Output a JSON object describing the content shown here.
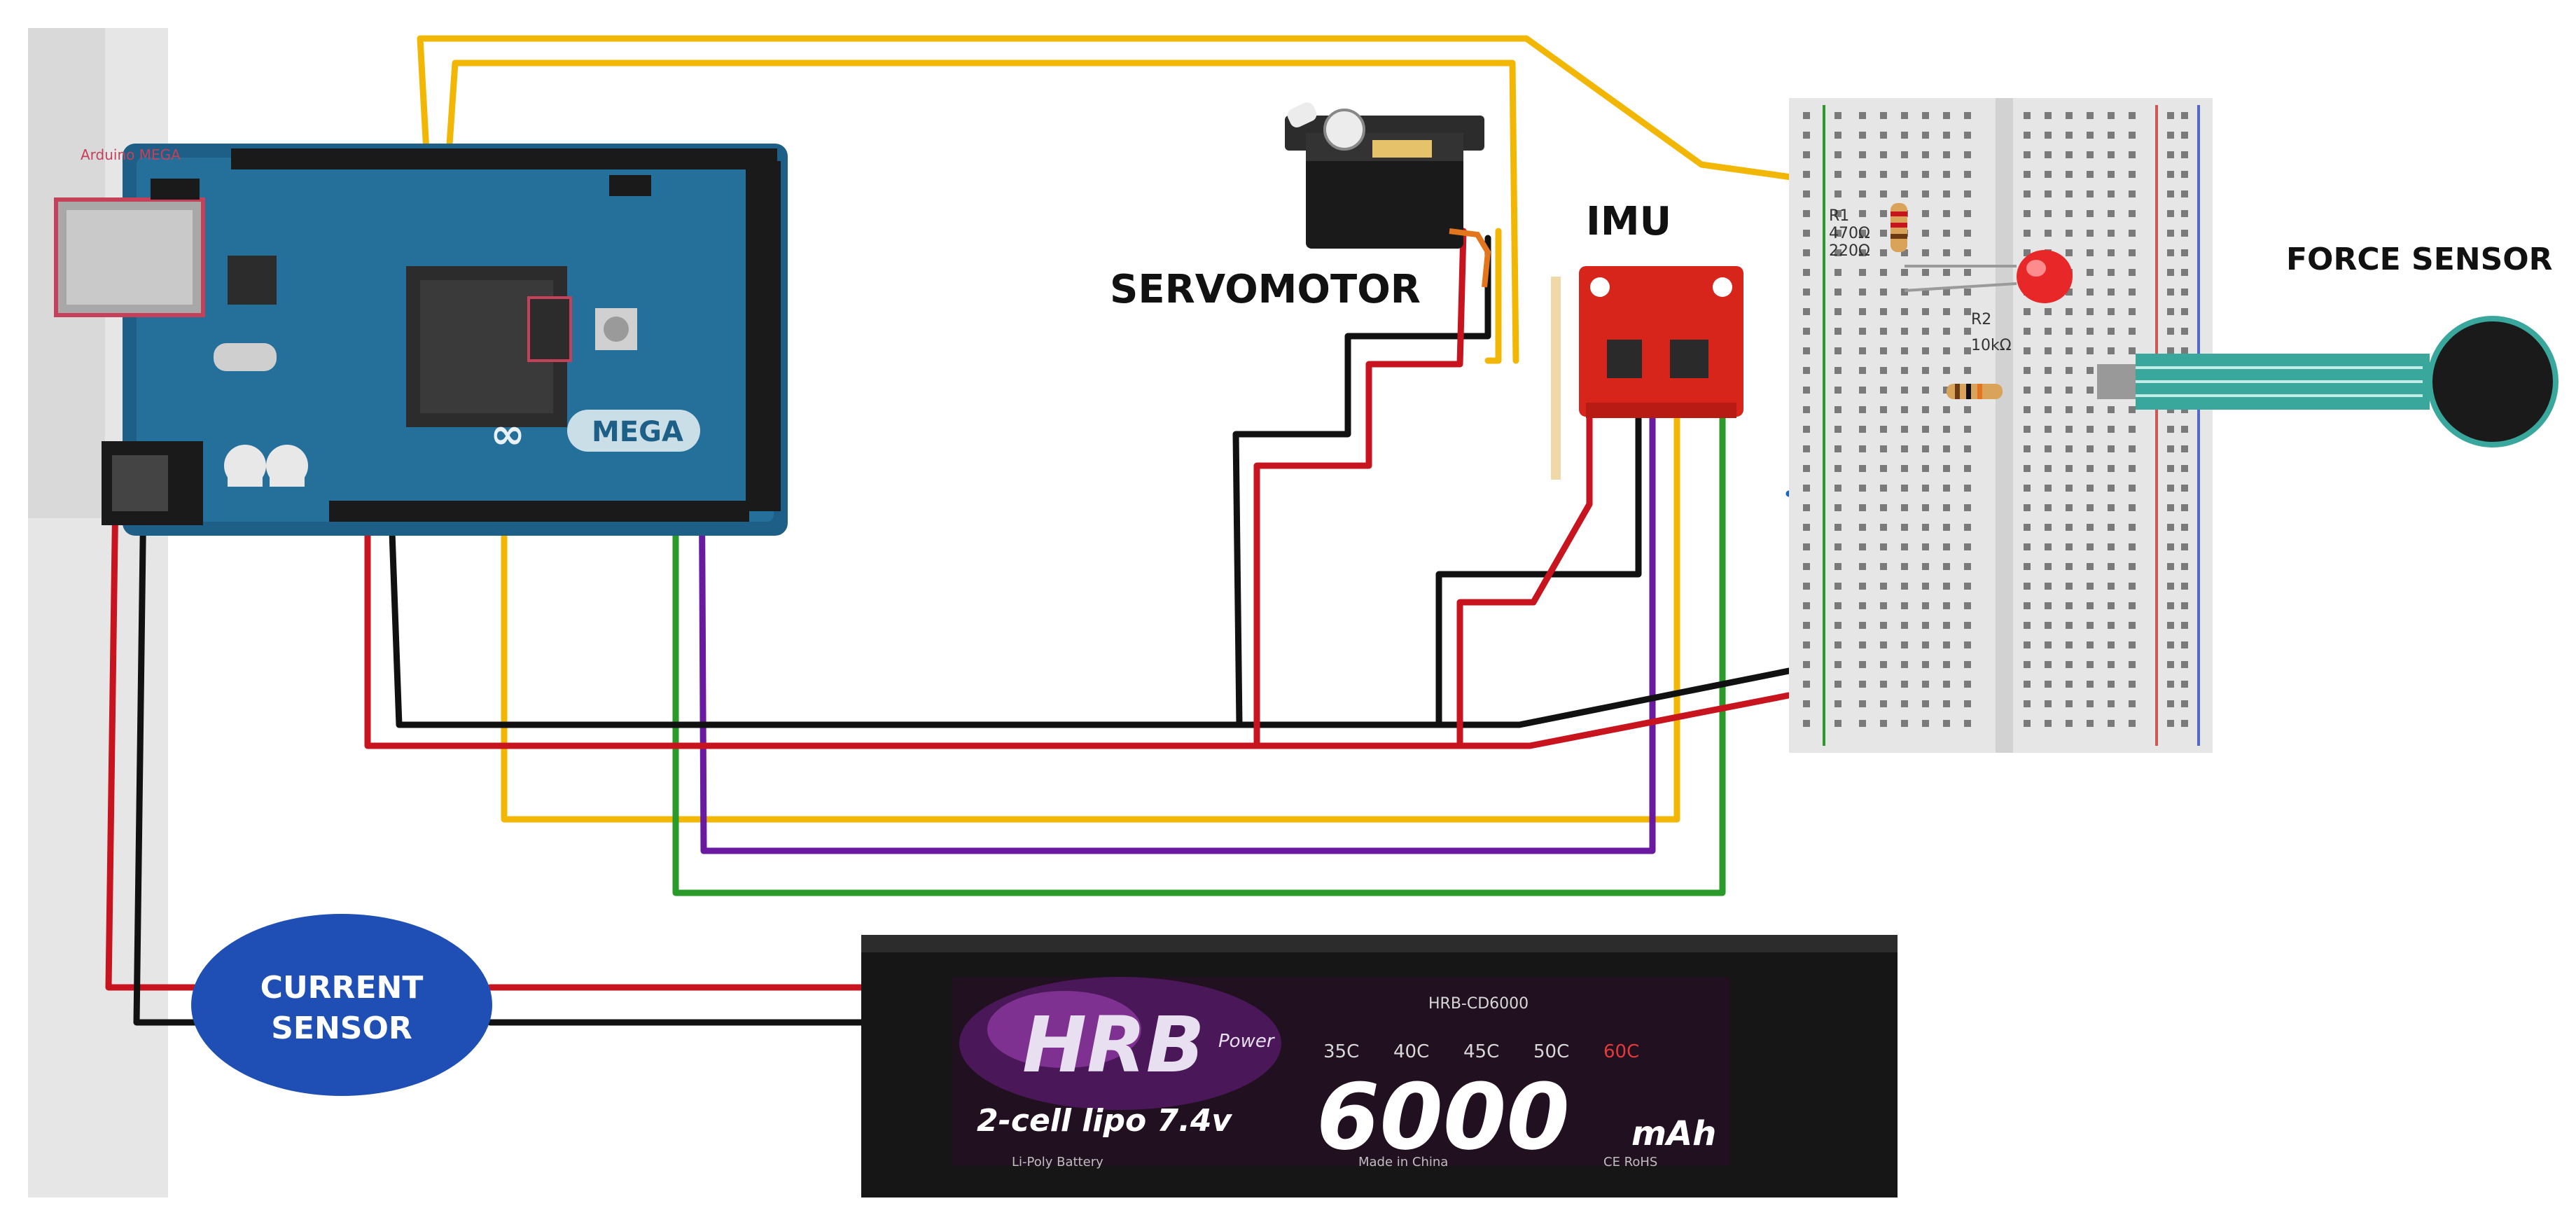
{
  "labels": {
    "servo": "SERVOMOTOR",
    "imu": "IMU",
    "force": "FORCE SENSOR",
    "current_line1": "CURRENT",
    "current_line2": "SENSOR"
  },
  "arduino": {
    "board_text": "MEGA",
    "small_text": "Arduino MEGA"
  },
  "resistors": {
    "r1_name": "R1",
    "r1_line1": "470Ω",
    "r1_line2": "220Ω",
    "r2_name": "R2",
    "r2_value": "10kΩ"
  },
  "battery": {
    "brand": "HRB",
    "brand_sub": "Power",
    "model_text": "HRB-CD6000",
    "ratings": [
      "35C",
      "40C",
      "45C",
      "50C",
      "60C"
    ],
    "cells": "2-cell lipo 7.4v",
    "capacity": "6000",
    "unit": "mAh",
    "chem": "Li-Poly Battery",
    "origin": "Made in China",
    "cert": "CE RoHS"
  },
  "colors": {
    "yellow": "#f2b705",
    "red": "#c8141e",
    "black": "#111111",
    "purple": "#6a1aa0",
    "green": "#2a9a2a",
    "blue": "#1a66c8",
    "board": "#1d5f86",
    "imu": "#d8251b",
    "current_sensor": "#1f4fb4",
    "force_strip": "#3aa79c"
  }
}
